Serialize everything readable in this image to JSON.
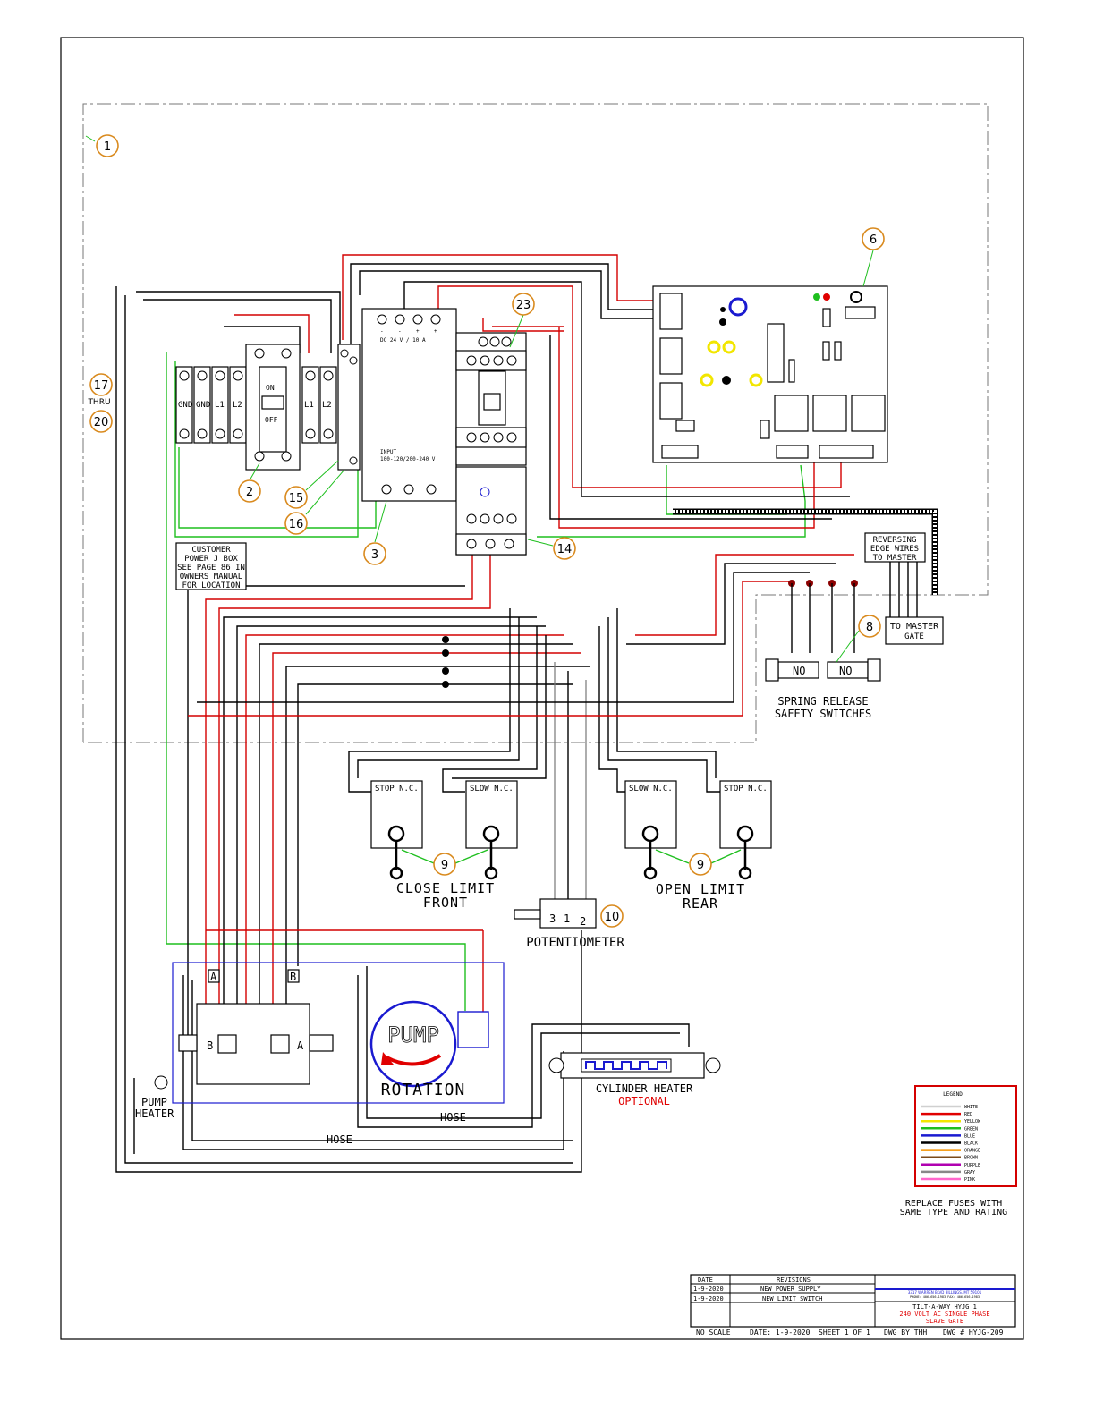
{
  "bubbles": {
    "b1": "1",
    "b6": "6",
    "b23": "23",
    "b17": "17",
    "b20": "20",
    "b2": "2",
    "b15": "15",
    "b16": "16",
    "b3": "3",
    "b14": "14",
    "b8": "8",
    "b9a": "9",
    "b9b": "9",
    "b10": "10"
  },
  "thru": "THRU",
  "terminals": {
    "gnd1": "GND",
    "gnd2": "GND",
    "l1": "L1",
    "l2": "L2",
    "ll1": "L1",
    "ll2": "L2"
  },
  "breaker": {
    "on": "ON",
    "off": "OFF"
  },
  "power_supply": {
    "output": "DC 24 V / 10 A",
    "input_title": "INPUT",
    "input_range": "100-120/200-240 V",
    "signs": [
      "-",
      "-",
      "+",
      "+"
    ]
  },
  "customer_box": [
    "CUSTOMER",
    "POWER J BOX",
    "SEE PAGE 86 IN",
    "OWNERS MANUAL",
    "FOR LOCATION"
  ],
  "reversing": [
    "REVERSING",
    "EDGE WIRES",
    "TO MASTER"
  ],
  "to_master": [
    "TO MASTER",
    "GATE"
  ],
  "safety_switches": {
    "no1": "NO",
    "no2": "NO",
    "caption": [
      "SPRING RELEASE",
      "SAFETY SWITCHES"
    ]
  },
  "limit_switches": {
    "stop_front": "STOP N.C.",
    "slow_front": "SLOW N.C.",
    "slow_rear": "SLOW N.C.",
    "stop_rear": "STOP N.C.",
    "close_caption": [
      "CLOSE LIMIT",
      "FRONT"
    ],
    "open_caption": [
      "OPEN LIMIT",
      "REAR"
    ]
  },
  "potentiometer": {
    "pins": [
      "3",
      "1",
      "2"
    ],
    "caption": "POTENTIOMETER"
  },
  "pump": {
    "word": "PUMP",
    "rotation": "ROTATION",
    "port_a": "A",
    "port_b": "B",
    "valve_b": "B",
    "valve_a": "A",
    "heater": [
      "PUMP",
      "HEATER"
    ],
    "hose1": "HOSE",
    "hose2": "HOSE"
  },
  "cylinder": {
    "caption": "CYLINDER HEATER",
    "optional": "OPTIONAL"
  },
  "legend": {
    "title": "LEGEND",
    "items": [
      {
        "name": "WHITE",
        "color": "#d0d0d0"
      },
      {
        "name": "RED",
        "color": "#e00000"
      },
      {
        "name": "YELLOW",
        "color": "#f2e600"
      },
      {
        "name": "GREEN",
        "color": "#1fbf1f"
      },
      {
        "name": "BLUE",
        "color": "#1a1ad0"
      },
      {
        "name": "BLACK",
        "color": "#000000"
      },
      {
        "name": "ORANGE",
        "color": "#f39200"
      },
      {
        "name": "BROWN",
        "color": "#7a4a1a"
      },
      {
        "name": "PURPLE",
        "color": "#b000b0"
      },
      {
        "name": "GRAY",
        "color": "#888888"
      },
      {
        "name": "PINK",
        "color": "#ff66cc"
      }
    ]
  },
  "fuse_note": [
    "REPLACE FUSES WITH",
    "SAME TYPE AND RATING"
  ],
  "title_block": {
    "date_hdr": "DATE",
    "rev_hdr": "REVISIONS",
    "rows": [
      {
        "date": "1-9-2020",
        "rev": "NEW POWER SUPPLY"
      },
      {
        "date": "1-9-2020",
        "rev": "NEW LIMIT SWITCH"
      }
    ],
    "company": "3317 WARREN BLVD BILLINGS, MT 59101",
    "company_phone": "PHONE: 406-656-1983 FAX: 406-656-1983",
    "model": "TILT-A-WAY HYJG 1",
    "voltage": "240 VOLT AC SINGLE PHASE",
    "gate": "SLAVE GATE",
    "scale": "NO SCALE",
    "date": "DATE: 1-9-2020",
    "sheet": "SHEET 1 OF 1",
    "drawn": "DWG BY THH",
    "dwg": "DWG # HYJG-209"
  }
}
